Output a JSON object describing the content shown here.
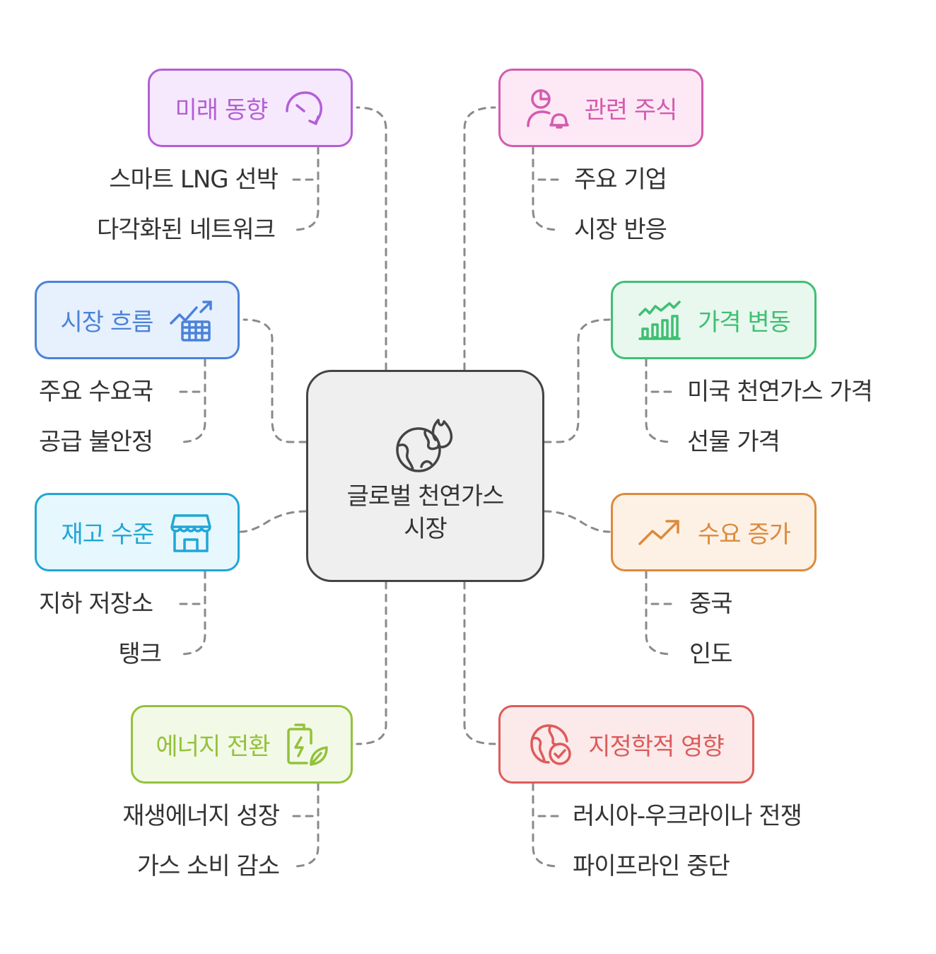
{
  "center": {
    "title": "글로벌 천연가스 시장",
    "icon": "globe-flame-icon"
  },
  "branches": [
    {
      "id": "future-trends",
      "label": "미래 동향",
      "icon": "rotate-arrow-icon",
      "color": "#b35fd6",
      "bg": "#f7e9fd",
      "children": [
        "스마트 LNG 선박",
        "다각화된 네트워크"
      ]
    },
    {
      "id": "related-stocks",
      "label": "관련 주식",
      "icon": "user-chart-bell-icon",
      "color": "#d45bae",
      "bg": "#fce9f5",
      "children": [
        "주요 기업",
        "시장 반응"
      ]
    },
    {
      "id": "market-flow",
      "label": "시장 흐름",
      "icon": "building-growth-icon",
      "color": "#4a82d9",
      "bg": "#e7f0fd",
      "children": [
        "주요 수요국",
        "공급 불안정"
      ]
    },
    {
      "id": "price-change",
      "label": "가격 변동",
      "icon": "bar-chart-trend-icon",
      "color": "#3fbf73",
      "bg": "#e8f8ee",
      "children": [
        "미국 천연가스 가격",
        "선물 가격"
      ]
    },
    {
      "id": "inventory",
      "label": "재고 수준",
      "icon": "store-icon",
      "color": "#21a6d6",
      "bg": "#e6f7fd",
      "children": [
        "지하 저장소",
        "탱크"
      ]
    },
    {
      "id": "demand-growth",
      "label": "수요 증가",
      "icon": "trend-up-icon",
      "color": "#dd8a3c",
      "bg": "#fdf1e5",
      "children": [
        "중국",
        "인도"
      ]
    },
    {
      "id": "energy-transition",
      "label": "에너지 전환",
      "icon": "battery-leaf-icon",
      "color": "#93c23b",
      "bg": "#f3f9e7",
      "children": [
        "재생에너지 성장",
        "가스 소비 감소"
      ]
    },
    {
      "id": "geopolitics",
      "label": "지정학적 영향",
      "icon": "globe-check-icon",
      "color": "#dd5b5b",
      "bg": "#fce9e9",
      "children": [
        "러시아-우크라이나 전쟁",
        "파이프라인 중단"
      ]
    }
  ]
}
